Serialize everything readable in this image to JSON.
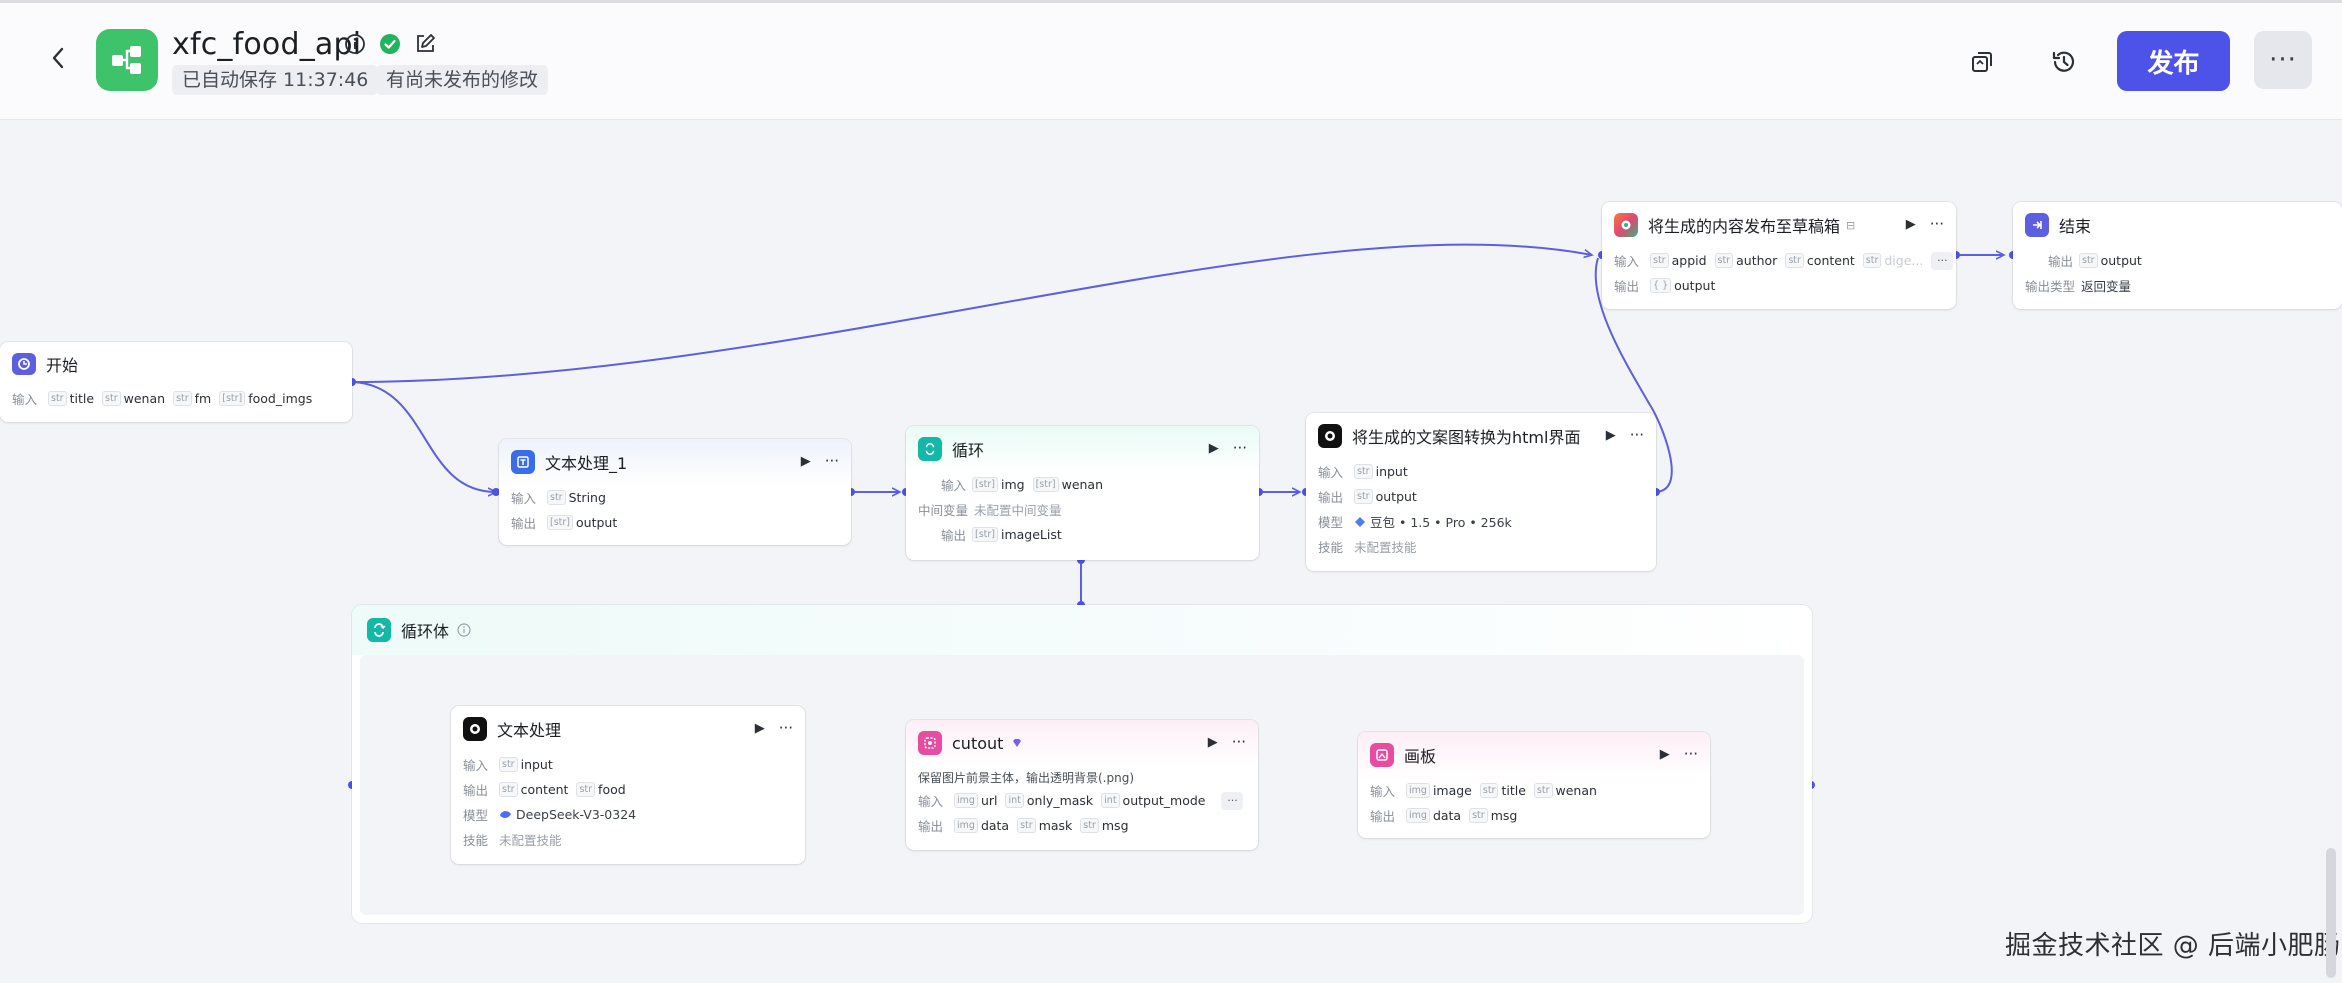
{
  "header": {
    "app_title": "xfc_food_api",
    "autosave": "已自动保存 11:37:46",
    "unpublished": "有尚未发布的修改",
    "publish_label": "发布",
    "more_label": "···"
  },
  "nodes": {
    "start": {
      "title": "开始",
      "input_label": "输入",
      "inputs": [
        {
          "type": "str",
          "name": "title"
        },
        {
          "type": "str",
          "name": "wenan"
        },
        {
          "type": "str",
          "name": "fm"
        },
        {
          "type": "[str]",
          "name": "food_imgs"
        }
      ]
    },
    "text1": {
      "title": "文本处理_1",
      "input_label": "输入",
      "input_type": "str",
      "input_name": "String",
      "output_label": "输出",
      "output_type": "[str]",
      "output_name": "output"
    },
    "loop": {
      "title": "循环",
      "input_label": "输入",
      "inputs": [
        {
          "type": "[str]",
          "name": "img"
        },
        {
          "type": "[str]",
          "name": "wenan"
        }
      ],
      "mid_label": "中间变量",
      "mid_value": "未配置中间变量",
      "output_label": "输出",
      "output_type": "[str]",
      "output_name": "imageList"
    },
    "html": {
      "title": "将生成的文案图转换为html界面",
      "input_label": "输入",
      "input_type": "str",
      "input_name": "input",
      "output_label": "输出",
      "output_type": "str",
      "output_name": "output",
      "model_label": "模型",
      "model_value": "豆包 • 1.5 • Pro • 256k",
      "skill_label": "技能",
      "skill_value": "未配置技能"
    },
    "publish": {
      "title": "将生成的内容发布至草稿箱",
      "input_label": "输入",
      "inputs": [
        {
          "type": "str",
          "name": "appid"
        },
        {
          "type": "str",
          "name": "author"
        },
        {
          "type": "str",
          "name": "content"
        },
        {
          "type": "str",
          "name": "dige..."
        }
      ],
      "output_label": "输出",
      "output_type": "{ }",
      "output_name": "output"
    },
    "end": {
      "title": "结束",
      "output_label": "输出",
      "output_type": "str",
      "output_name": "output",
      "output_type_label": "输出类型",
      "output_type_value": "返回变量"
    },
    "loopbody": {
      "title": "循环体"
    },
    "text2": {
      "title": "文本处理",
      "input_label": "输入",
      "input_type": "str",
      "input_name": "input",
      "output_label": "输出",
      "outputs": [
        {
          "type": "str",
          "name": "content"
        },
        {
          "type": "str",
          "name": "food"
        }
      ],
      "model_label": "模型",
      "model_value": "DeepSeek-V3-0324",
      "skill_label": "技能",
      "skill_value": "未配置技能"
    },
    "cutout": {
      "title": "cutout",
      "desc": "保留图片前景主体，输出透明背景(.png)",
      "input_label": "输入",
      "inputs": [
        {
          "type": "img",
          "name": "url"
        },
        {
          "type": "int",
          "name": "only_mask"
        },
        {
          "type": "int",
          "name": "output_mode"
        }
      ],
      "output_label": "输出",
      "outputs": [
        {
          "type": "img",
          "name": "data"
        },
        {
          "type": "str",
          "name": "mask"
        },
        {
          "type": "str",
          "name": "msg"
        }
      ]
    },
    "canvas": {
      "title": "画板",
      "input_label": "输入",
      "inputs": [
        {
          "type": "img",
          "name": "image"
        },
        {
          "type": "str",
          "name": "title"
        },
        {
          "type": "str",
          "name": "wenan"
        }
      ],
      "output_label": "输出",
      "outputs": [
        {
          "type": "img",
          "name": "data"
        },
        {
          "type": "str",
          "name": "msg"
        }
      ]
    }
  },
  "watermark": "掘金技术社区 @ 后端小肥肠",
  "colors": {
    "accent": "#4d53e8",
    "edge": "#5b5fe0",
    "app_logo": "#3ec26a",
    "success": "#22b35e"
  },
  "icons": {
    "back": "chevron-left-icon",
    "info": "info-icon",
    "check": "check-circle-icon",
    "edit": "edit-icon",
    "copy": "copy-icon",
    "history": "history-icon",
    "run": "play-icon",
    "more": "more-icon"
  }
}
